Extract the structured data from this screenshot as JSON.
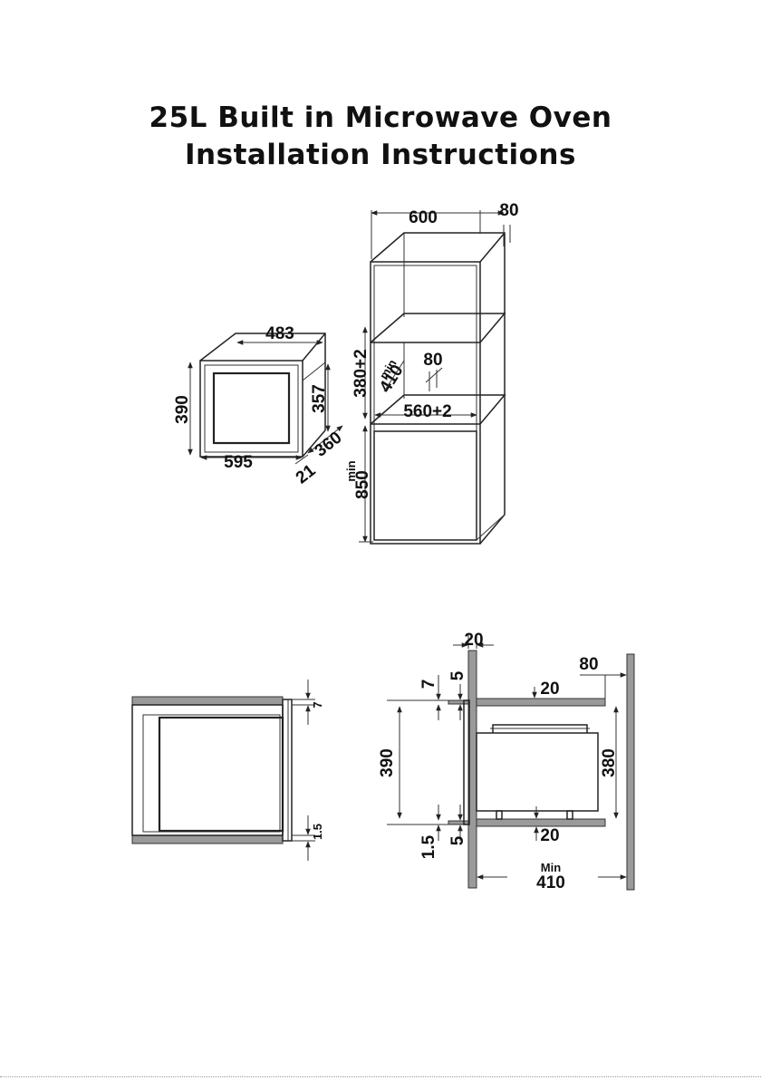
{
  "title": {
    "line1": "25L Built in Microwave Oven",
    "line2": "Installation Instructions"
  },
  "oven_dims": {
    "depth_top": "483",
    "height_front": "390",
    "height_body": "357",
    "width_front": "595",
    "depth_side": "360",
    "front_thickness": "21"
  },
  "cabinet_dims": {
    "width": "600",
    "rear_gap": "80",
    "niche_height": "380+2",
    "min_label": "min",
    "min_depth": "410",
    "vent": "80",
    "niche_width": "560+2",
    "min_floor_label": "min",
    "floor_height": "850"
  },
  "front_view_dims": {
    "top_gap": "7",
    "bottom_gap": "1.5"
  },
  "side_view_dims": {
    "panel": "20",
    "rear_gap": "80",
    "top_offset": "7",
    "top_shelf_gap": "5",
    "top_shelf": "20",
    "oven_height": "390",
    "niche_height": "380",
    "bottom_offset": "1.5",
    "bottom_shelf_gap": "5",
    "bottom_shelf": "20",
    "min_label": "Min",
    "min_depth": "410"
  },
  "colors": {
    "line": "#222222",
    "wall_fill": "#9a9a9a"
  }
}
